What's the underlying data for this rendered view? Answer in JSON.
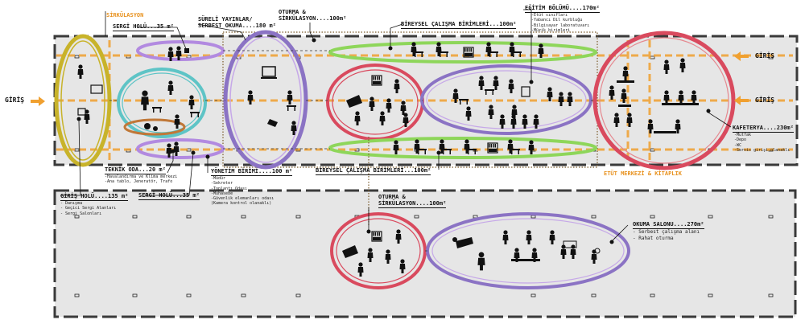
{
  "entrances": {
    "left": "GİRİŞ",
    "right_top": "GİRİŞ",
    "right_bottom": "GİRİŞ"
  },
  "labels": {
    "sirkulasyon": "SİRKÜLASYON",
    "sergi_holu_top": "SERGİ HOLÜ...35 m²",
    "sureli_yayinlar": [
      "SÜRELİ YAYINLAR/",
      "SERBEST OKUMA....180 m²"
    ],
    "oturma_top": [
      "OTURMA &",
      "SİRKÜLASYON....100m²"
    ],
    "bireysel_top": "BİREYSEL ÇALIŞMA BİRİMLERİ...100m²",
    "egitim": "EĞİTİM BÖLÜMÜ....170m²",
    "teknik": "TEKNİK ODA...20 m²",
    "sergi_holu_bottom": "SERGİ HOLÜ...35 m²",
    "yonetim": "YÖNETİM BİRİMİ....100 m²",
    "bireysel_bottom": "BİREYSEL ÇALIŞMA BİRİMLERİ...100m²",
    "etut_merkezi": "ETÜT MERKEZİ & KİTAPLIK",
    "kafeterya": "KAFETERYA....230m²",
    "giris_holu": "GİRİŞ HOLÜ....135 m²",
    "oturma_bottom": [
      "OTURMA &",
      "SİRKÜLASYON....100m²"
    ],
    "okuma_salonu": "OKUMA SALONU....270m²"
  },
  "details": {
    "egitim": [
      "-Etüt sınıfları",
      "-Yabancı Dil kurbluğu",
      "-Bilgisayar laboratuvarı",
      "-Müzik birimleri"
    ],
    "teknik": [
      "-Havalandırma ve Klima merkezi",
      "-Ana tablo, Jeneratör, Trafo"
    ],
    "yonetim": [
      "-Müdür",
      "-Sekreter",
      "-Toplantı Odası",
      "-Muhasebe",
      "-Güvenlik elemanları odası",
      "(Kamera kontrol olanaklı)"
    ],
    "kafeterya": [
      "-Mutfak",
      "-Depo",
      "-WC",
      "-Servis girişi olanaklı"
    ],
    "giris_holu": [
      "- Danışma",
      "- Geçici Sergi Alanları",
      "- Sergi Salonları"
    ],
    "okuma_salonu": [
      "- Serbest çalışma alanı",
      "- Rahat oturma"
    ]
  },
  "colors": {
    "orange": "#f0a030",
    "olive": "#c8b32a",
    "teal": "#5ec4c6",
    "purple_dark": "#8b73c4",
    "purple_light": "#c6a8e8",
    "red": "#d94a5e",
    "green": "#8ed65a",
    "panel": "#e6e6e6"
  },
  "icons": [
    "person-reading-icon",
    "person-computer-icon",
    "bookshelf-icon",
    "group-table-icon",
    "easel-icon",
    "bar-counter-icon"
  ]
}
